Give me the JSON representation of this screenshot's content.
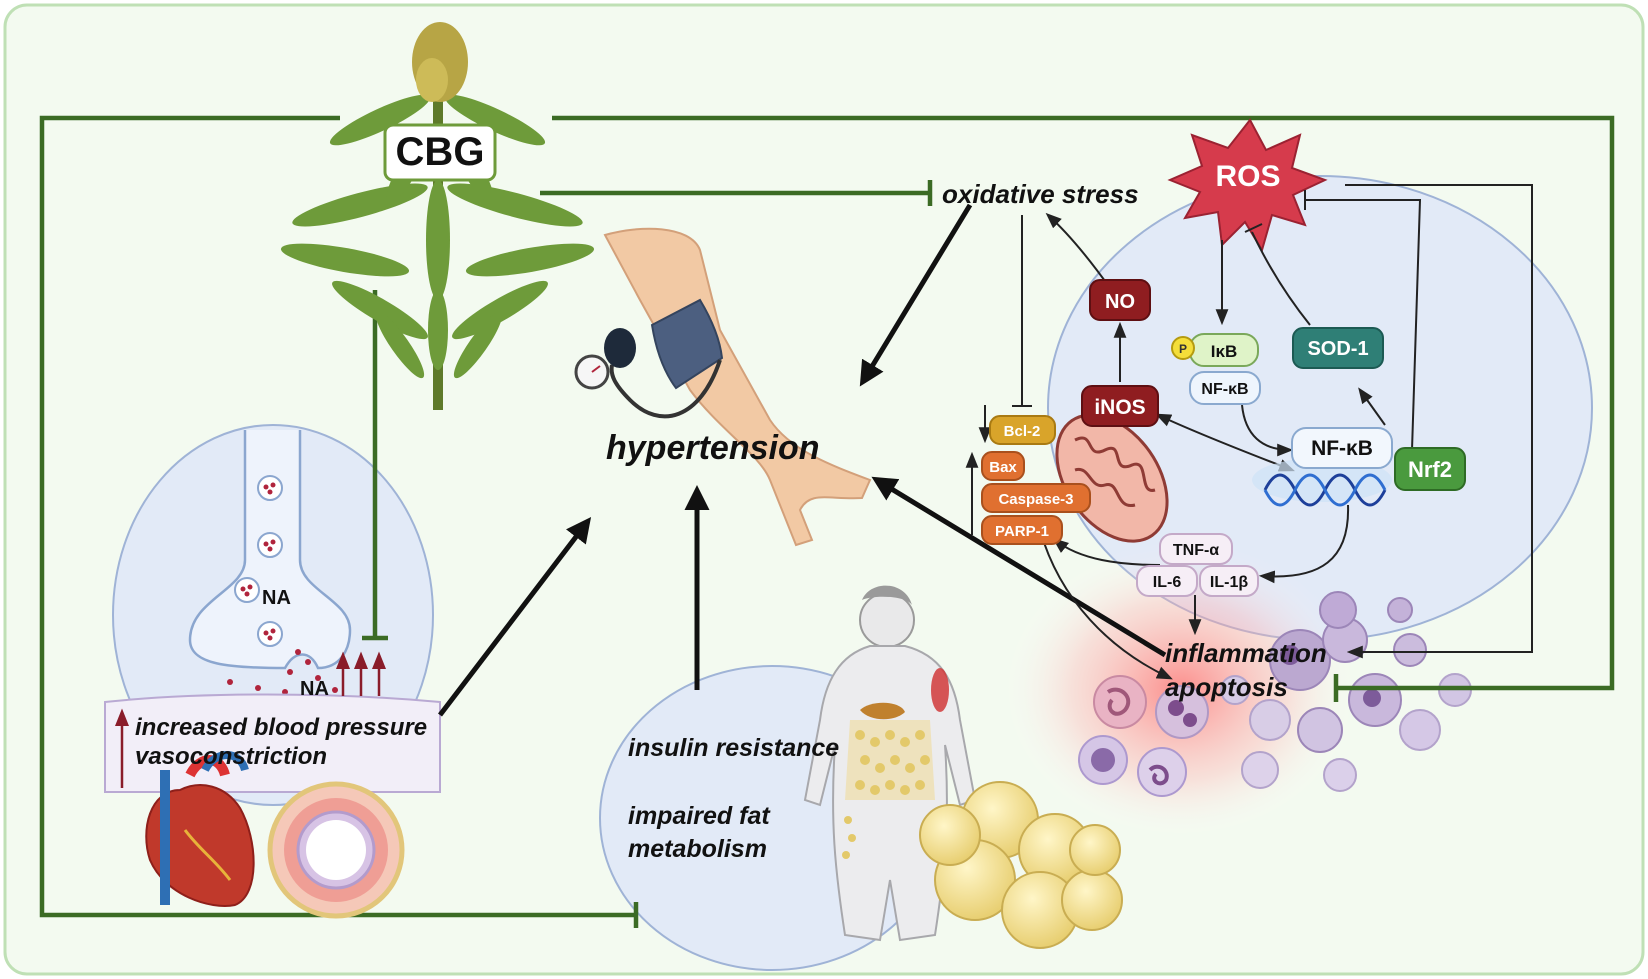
{
  "center": {
    "hypertension": "hypertension"
  },
  "cbg": {
    "label": "CBG"
  },
  "oxidative": {
    "label": "oxidative stress",
    "ros": "ROS"
  },
  "synapse": {
    "na_top": "NA",
    "na_bottom": "NA",
    "bp": "increased blood pressure",
    "vaso": "vasoconstriction"
  },
  "metabolic": {
    "insulin": "insulin resistance",
    "fat_line1": "impaired fat",
    "fat_line2": "metabolism"
  },
  "cell": {
    "no": "NO",
    "inos": "iNOS",
    "p": "P",
    "ikb": "IκB",
    "nfkb_small": "NF-κB",
    "nfkb_large": "NF-κB",
    "sod1": "SOD-1",
    "nrf2": "Nrf2",
    "bcl2": "Bcl-2",
    "bax": "Bax",
    "caspase3": "Caspase-3",
    "parp1": "PARP-1",
    "tnfa": "TNF-α",
    "il6": "IL-6",
    "il1b": "IL-1β"
  },
  "inflammation": {
    "label1": "inflammation",
    "label2": "apoptosis"
  },
  "colors": {
    "inhibit_green": "#3b6b24",
    "background": "#f3faf0",
    "panel_blue": "#e4ecf8",
    "ros_red": "#d63b4c",
    "no_red": "#8f1d20",
    "sod_teal": "#2f7f76",
    "nrf2_green": "#4a9a3e",
    "apoptosis_orange": "#e07030",
    "bcl2_gold": "#d9a42a"
  }
}
